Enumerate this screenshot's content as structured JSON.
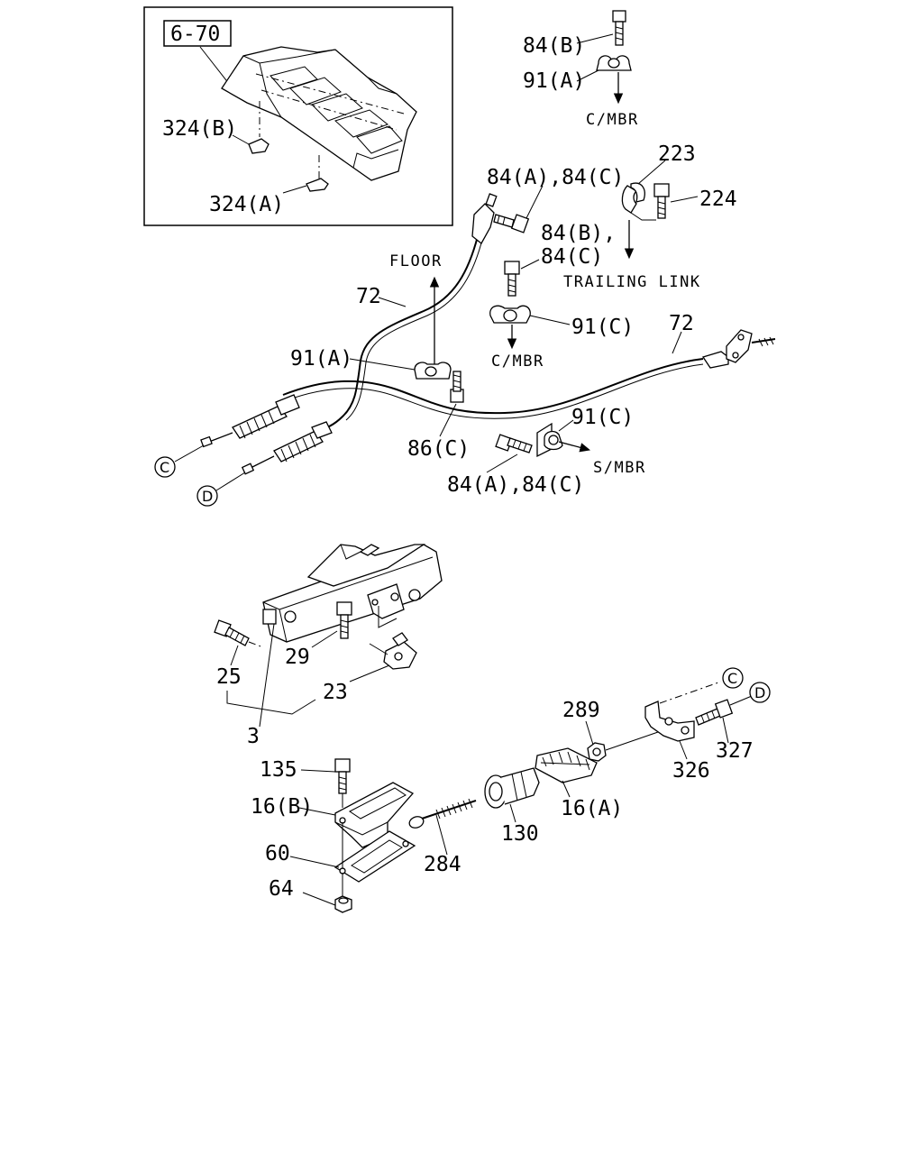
{
  "inset": {
    "ref_label": "6-70",
    "callouts": [
      "324(B)",
      "324(A)"
    ]
  },
  "directions": {
    "floor": "FLOOR",
    "c_mbr_top": "C/MBR",
    "c_mbr_mid": "C/MBR",
    "trailing_link": "TRAILING LINK",
    "s_mbr": "S/MBR"
  },
  "callouts": {
    "c84b_top": "84(B)",
    "c91a_top": "91(A)",
    "c223": "223",
    "c224": "224",
    "c84ac_top": "84(A),84(C)",
    "c84b_mid": "84(B),",
    "c84c_mid": "84(C)",
    "c72_left": "72",
    "c72_right": "72",
    "c91c_mid": "91(C)",
    "c91a_mid": "91(A)",
    "c86c": "86(C)",
    "c91c_low": "91(C)",
    "c84ac_low": "84(A),84(C)",
    "c29": "29",
    "c25": "25",
    "c23": "23",
    "c3": "3",
    "c135": "135",
    "c16b": "16(B)",
    "c60": "60",
    "c64": "64",
    "c284": "284",
    "c130": "130",
    "c16a": "16(A)",
    "c289": "289",
    "c326": "326",
    "c327": "327"
  },
  "connectors": {
    "c_left": "C",
    "d_left": "D",
    "c_right": "C",
    "d_right": "D"
  }
}
